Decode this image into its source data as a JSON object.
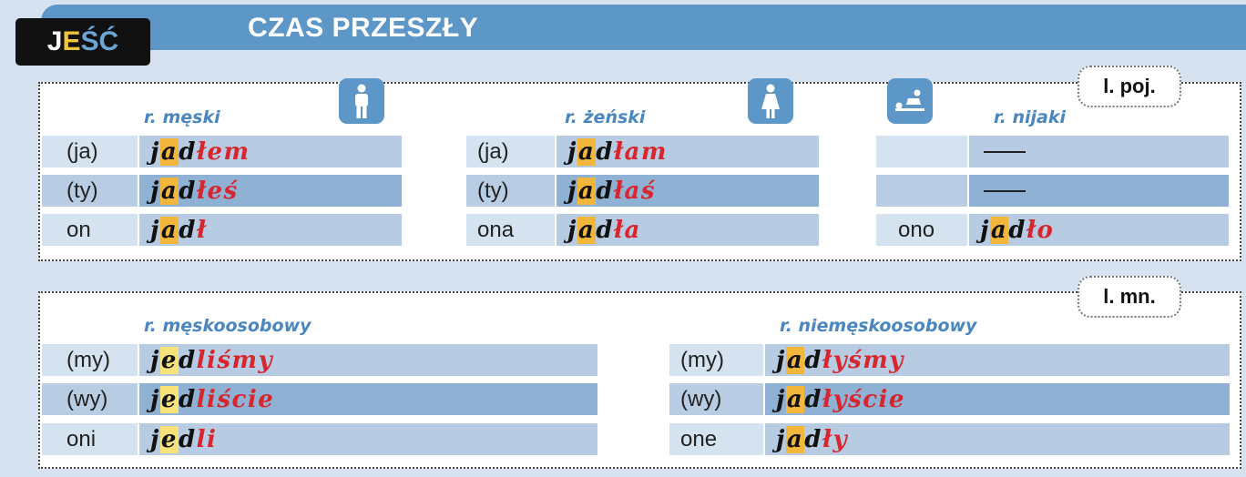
{
  "header": {
    "verb": "JEŚĆ",
    "title": "CZAS PRZESZŁY"
  },
  "singular": {
    "tag": "l. poj.",
    "masculine": {
      "label": "r. męski",
      "icon": "man-icon",
      "rows": [
        {
          "pronoun": "(ja)",
          "stem1": "j",
          "vowel": "a",
          "stem2": "d",
          "ending": "łem"
        },
        {
          "pronoun": "(ty)",
          "stem1": "j",
          "vowel": "a",
          "stem2": "d",
          "ending": "łeś"
        },
        {
          "pronoun": "on",
          "stem1": "j",
          "vowel": "a",
          "stem2": "d",
          "ending": "ł"
        }
      ]
    },
    "feminine": {
      "label": "r. żeński",
      "icon": "woman-icon",
      "rows": [
        {
          "pronoun": "(ja)",
          "stem1": "j",
          "vowel": "a",
          "stem2": "d",
          "ending": "łam"
        },
        {
          "pronoun": "(ty)",
          "stem1": "j",
          "vowel": "a",
          "stem2": "d",
          "ending": "łaś"
        },
        {
          "pronoun": "ona",
          "stem1": "j",
          "vowel": "a",
          "stem2": "d",
          "ending": "ła"
        }
      ]
    },
    "neuter": {
      "label": "r. nijaki",
      "icon": "baby-pram-icon",
      "row3": {
        "pronoun": "ono",
        "stem1": "j",
        "vowel": "a",
        "stem2": "d",
        "ending": "ło"
      }
    }
  },
  "plural": {
    "tag": "l. mn.",
    "personal": {
      "label": "r. męskoosobowy",
      "rows": [
        {
          "pronoun": "(my)",
          "stem1": "j",
          "vowel": "e",
          "stem2": "d",
          "ending": "liśmy"
        },
        {
          "pronoun": "(wy)",
          "stem1": "j",
          "vowel": "e",
          "stem2": "d",
          "ending": "liście"
        },
        {
          "pronoun": "oni",
          "stem1": "j",
          "vowel": "e",
          "stem2": "d",
          "ending": "li"
        }
      ]
    },
    "nonpersonal": {
      "label": "r. niemęskoosobowy",
      "rows": [
        {
          "pronoun": "(my)",
          "stem1": "j",
          "vowel": "a",
          "stem2": "d",
          "ending": "łyśmy"
        },
        {
          "pronoun": "(wy)",
          "stem1": "j",
          "vowel": "a",
          "stem2": "d",
          "ending": "łyście"
        },
        {
          "pronoun": "one",
          "stem1": "j",
          "vowel": "a",
          "stem2": "d",
          "ending": "ły"
        }
      ]
    }
  },
  "colors": {
    "accent": "#5d97c8",
    "ending": "#d7262e",
    "vowel_a": "#f2b63b",
    "vowel_e": "#f7e277"
  }
}
